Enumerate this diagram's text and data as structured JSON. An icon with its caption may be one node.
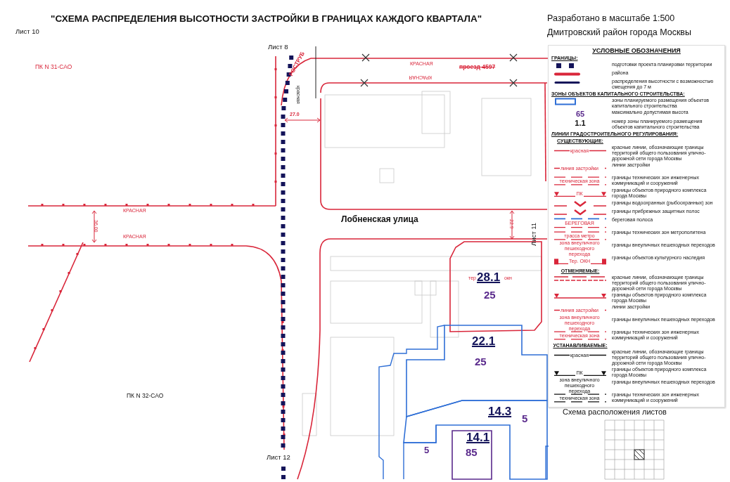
{
  "diagram": {
    "title": "\"СХЕМА РАСПРЕДЕЛЕНИЯ ВЫСОТНОСТИ ЗАСТРОЙКИ В ГРАНИЦАХ КАЖДОГО КВАРТАЛА\"",
    "nodes": [
      {
        "text": [
          "28.1",
          "25"
        ]
      },
      {
        "text": [
          "22.1",
          "25"
        ]
      },
      {
        "text": [
          "14.3",
          "5"
        ]
      },
      {
        "text": [
          "14.1",
          "85"
        ]
      }
    ],
    "labels": [
      "Разработано в масштабе 1:500",
      "Дмитровский район города Москвы",
      "Лист 10",
      "Лист 8",
      "ПК N 31-САО",
      "РОСТРУБ",
      "красная",
      "КРАСНАЯ",
      "проезд 4597",
      "КРАСНАЯ",
      "27.0",
      "КРАСНАЯ",
      "36.00",
      "КРАСНАЯ",
      "Лобненская улица",
      "22.9",
      "Лист 11",
      "тер",
      "окн",
      "ПК N 32-САО",
      "5",
      "Лист 12",
      "УСЛОВНЫЕ ОБОЗНАЧЕНИЯ",
      "ГРАНИЦЫ:",
      "ЗОНЫ ОБЪЕКТОВ КАПИТАЛЬНОГО СТРОИТЕЛЬСТВА:",
      "65",
      "1.1",
      "ЛИНИИ ГРАДОСТРОИТЕЛЬНОГО РЕГУЛИРОВАНИЯ:",
      "СУЩЕСТВУЮЩИЕ:",
      "красная",
      "линия застройки",
      "техническая зона",
      "ПК",
      "БЕРЕГОВАЯ",
      "трасса метро",
      "зона внеуличного пешеходного перехода",
      "Тер. ОКН",
      "ОТМЕНЯЕМЫЕ:",
      "линия застройки",
      "зона внеуличного пешеходного перехода",
      "техническая зона",
      "УСТАНАВЛИВАЕМЫЕ:",
      "красная",
      "ПК",
      "зона внеуличного пешеходного перехода",
      "техническая зона",
      "Схема расположения листов"
    ],
    "legend": [
      {
        "text": "подготовки проекта планировки территории"
      },
      {
        "text": "района"
      },
      {
        "text": "распределения высотности с возможностью смещения до 7 м"
      },
      {
        "text": "зоны планируемого размещения объектов капитального строительства"
      },
      {
        "text": "максимально допустимая высота"
      },
      {
        "text": "номер зоны планируемого размещения объектов капитального строительства"
      },
      {
        "text": "красные линии, обозначающие границы территорий общего пользования улично-дорожной сети города Москвы"
      },
      {
        "text": "линии застройки"
      },
      {
        "text": "границы технических зон инженерных коммуникаций и сооружений"
      },
      {
        "text": "границы объектов природного комплекса города Москвы"
      },
      {
        "text": "границы водоохранных (рыбоохранных) зон"
      },
      {
        "text": "границы прибрежных защитных полос"
      },
      {
        "text": "береговая полоса"
      },
      {
        "text": "границы технических зон метрополитена"
      },
      {
        "text": "границы внеуличных пешеходных переходов"
      },
      {
        "text": "границы объектов культурного наследия"
      },
      {
        "text": "красные линии, обозначающие границы территорий общего пользования улично-дорожной сети города Москвы"
      },
      {
        "text": "границы объектов природного комплекса города Москвы"
      },
      {
        "text": "линии застройки"
      },
      {
        "text": "границы внеуличных пешеходных переходов"
      },
      {
        "text": "границы технических зон инженерных коммуникаций и сооружений"
      },
      {
        "text": "красные линии, обозначающие границы территорий общего пользования улично-дорожной сети города Москвы"
      },
      {
        "text": "границы объектов природного комплекса города Москвы"
      },
      {
        "text": "границы внеуличных пешеходных переходов"
      },
      {
        "text": "границы технических зон инженерных коммуникаций и сооружений"
      }
    ]
  }
}
